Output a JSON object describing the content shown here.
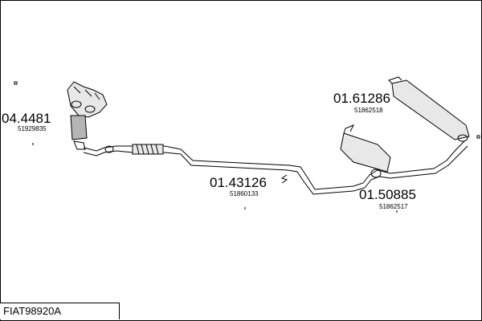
{
  "diagram": {
    "code": "FIAT98920A",
    "parts": [
      {
        "number": "04.4481",
        "oe": "51929835"
      },
      {
        "number": "01.61286",
        "oe": "51862518"
      },
      {
        "number": "01.43126",
        "oe": "51860133"
      },
      {
        "number": "01.50885",
        "oe": "51862517"
      }
    ]
  }
}
